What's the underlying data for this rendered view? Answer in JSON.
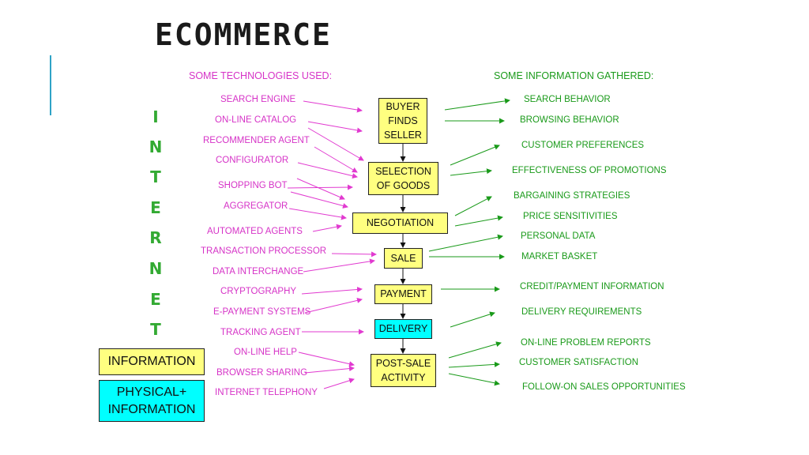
{
  "title": "ECOMMERCE",
  "left_header": "SOME TECHNOLOGIES USED:",
  "right_header": "SOME INFORMATION GATHERED:",
  "vertical_word": [
    "I",
    "N",
    "T",
    "E",
    "R",
    "N",
    "E",
    "T"
  ],
  "technologies": [
    "SEARCH ENGINE",
    "ON-LINE CATALOG",
    "RECOMMENDER AGENT",
    "CONFIGURATOR",
    "SHOPPING BOT",
    "AGGREGATOR",
    "AUTOMATED AGENTS",
    "TRANSACTION PROCESSOR",
    "DATA INTERCHANGE",
    "CRYPTOGRAPHY",
    "E-PAYMENT SYSTEMS",
    "TRACKING AGENT",
    "ON-LINE HELP",
    "BROWSER SHARING",
    "INTERNET TELEPHONY"
  ],
  "stages": [
    {
      "lines": [
        "BUYER",
        "FINDS",
        "SELLER"
      ],
      "color": "yellow"
    },
    {
      "lines": [
        "SELECTION",
        "OF GOODS"
      ],
      "color": "yellow"
    },
    {
      "lines": [
        "NEGOTIATION"
      ],
      "color": "yellow"
    },
    {
      "lines": [
        "SALE"
      ],
      "color": "yellow"
    },
    {
      "lines": [
        "PAYMENT"
      ],
      "color": "yellow"
    },
    {
      "lines": [
        "DELIVERY"
      ],
      "color": "cyan"
    },
    {
      "lines": [
        "POST-SALE",
        "ACTIVITY"
      ],
      "color": "yellow"
    }
  ],
  "information": [
    "SEARCH BEHAVIOR",
    "BROWSING BEHAVIOR",
    "CUSTOMER PREFERENCES",
    "EFFECTIVENESS OF PROMOTIONS",
    "BARGAINING STRATEGIES",
    "PRICE SENSITIVITIES",
    "PERSONAL DATA",
    "MARKET BASKET",
    "CREDIT/PAYMENT INFORMATION",
    "DELIVERY REQUIREMENTS",
    "ON-LINE PROBLEM REPORTS",
    "CUSTOMER SATISFACTION",
    "FOLLOW-ON SALES OPPORTUNITIES"
  ],
  "legend": {
    "information_label": "INFORMATION",
    "physical_line1": "PHYSICAL+",
    "physical_line2": "INFORMATION"
  },
  "colors": {
    "technology_text": "#d633c7",
    "information_text": "#1a9a1a",
    "stage_yellow": "#ffff80",
    "stage_cyan": "#00ffff",
    "accent": "#2fa3c6"
  }
}
